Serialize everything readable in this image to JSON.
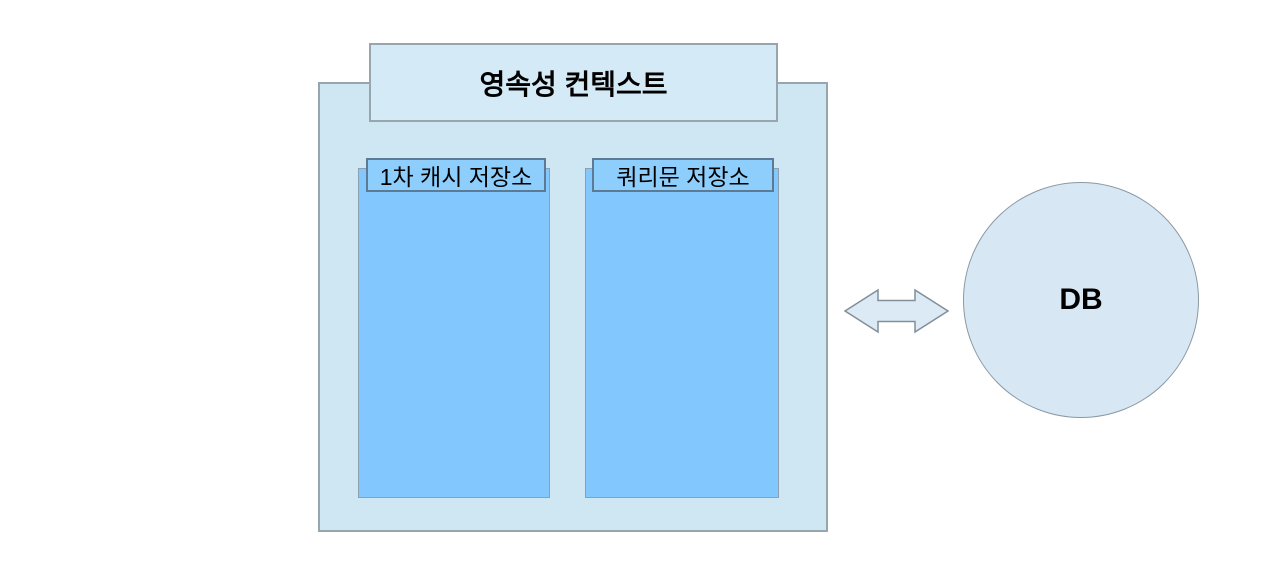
{
  "diagram": {
    "title_box": {
      "label": "영속성 컨텍스트"
    },
    "stores": [
      {
        "label": "1차 캐시 저장소"
      },
      {
        "label": "쿼리문 저장소"
      }
    ],
    "database": {
      "label": "DB"
    },
    "connector": {
      "icon": "double-headed-arrow-icon",
      "direction": "horizontal-bidirectional"
    },
    "colors": {
      "container_fill": "#cfe6f3",
      "container_border": "#96a5ae",
      "title_fill": "#d4eaf7",
      "store_fill": "#82c7fd",
      "store_label_fill": "#8dcefd",
      "store_label_border": "#5d7a94",
      "arrow_fill": "#dceaf5",
      "arrow_border": "#808f99",
      "db_fill": "#d7e8f4",
      "db_border": "#8a99a3",
      "text": "#000000"
    }
  }
}
